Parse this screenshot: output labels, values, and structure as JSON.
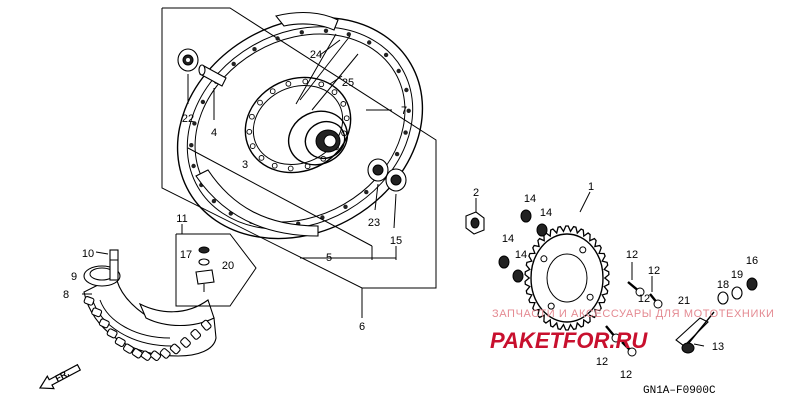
{
  "diagram": {
    "code": "GN1A–F0900C",
    "direction_label": "FR.",
    "callouts": {
      "c1": "1",
      "c2": "2",
      "c3": "3",
      "c4": "4",
      "c5": "5",
      "c6": "6",
      "c7": "7",
      "c8": "8",
      "c9": "9",
      "c10": "10",
      "c11": "11",
      "c12a": "12",
      "c12b": "12",
      "c12c": "12",
      "c12d": "12",
      "c12e": "12",
      "c13": "13",
      "c14a": "14",
      "c14b": "14",
      "c14c": "14",
      "c14d": "14",
      "c15": "15",
      "c16": "16",
      "c17": "17",
      "c18": "18",
      "c19": "19",
      "c20": "20",
      "c21": "21",
      "c22": "22",
      "c23": "23",
      "c24": "24",
      "c25": "25"
    }
  },
  "watermark": {
    "line1": "ЗАПЧАСТИ И АКСЕССУАРЫ ДЛЯ МОТОТЕХНИКИ",
    "line2": "PAKETFOR.RU",
    "color_text": "#c8102e",
    "color_light": "#e48a92"
  }
}
